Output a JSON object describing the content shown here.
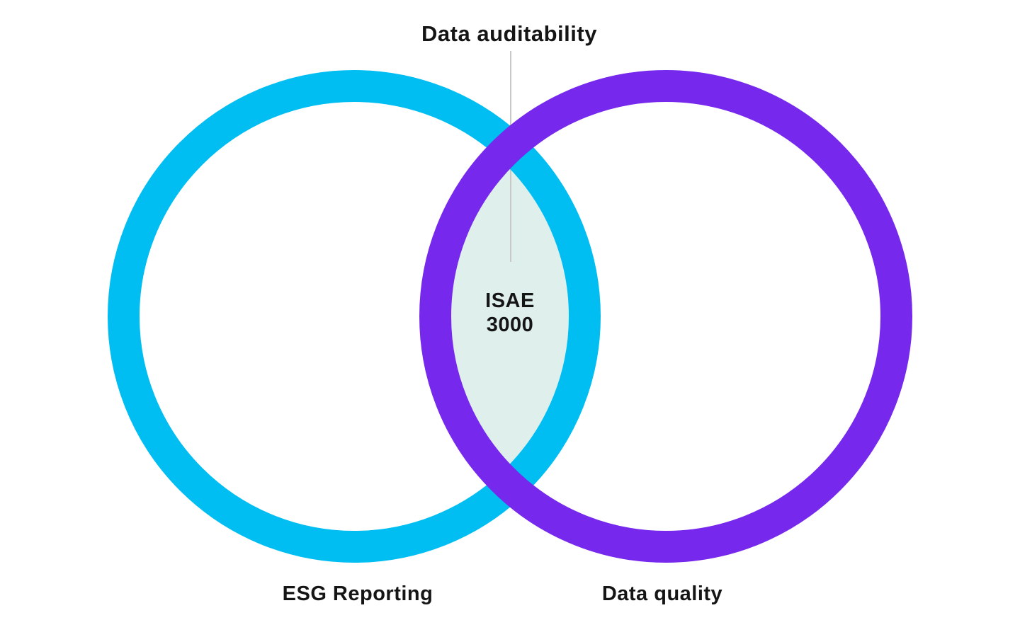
{
  "diagram": {
    "type": "venn",
    "title": "Data auditability",
    "left_circle": {
      "label": "ESG Reporting",
      "color": "#00BDF2"
    },
    "right_circle": {
      "label": "Data quality",
      "color": "#7628EC"
    },
    "intersection": {
      "lines": {
        "0": "ISAE",
        "1": "3000"
      },
      "fill": "#DFEFEC"
    },
    "leader_line": {
      "color": "#C8C8C8"
    },
    "text_color": "#151515",
    "background": "#FFFFFF"
  }
}
